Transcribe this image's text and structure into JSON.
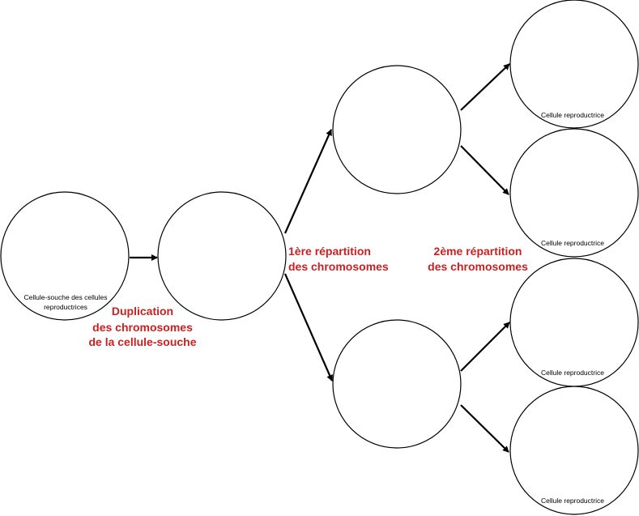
{
  "diagram": {
    "colors": {
      "stroke": "#000000",
      "step_label": "#cc1f1f"
    },
    "cells": {
      "stem_cell_line1": "Cellule-souche  des cellules",
      "stem_cell_line2": "reproductrices",
      "reproductive_cell_1": "Cellule  reproductrice",
      "reproductive_cell_2": "Cellule  reproductrice",
      "reproductive_cell_3": "Cellule  reproductrice",
      "reproductive_cell_4": "Cellule  reproductrice"
    },
    "steps": {
      "duplication_line1": "Duplication",
      "duplication_line2": "des chromosomes",
      "duplication_line3": "de la cellule-souche",
      "first_division_line1": "1ère répartition",
      "first_division_line2": "des chromosomes",
      "second_division_line1": "2ème répartition",
      "second_division_line2": "des chromosomes"
    }
  }
}
